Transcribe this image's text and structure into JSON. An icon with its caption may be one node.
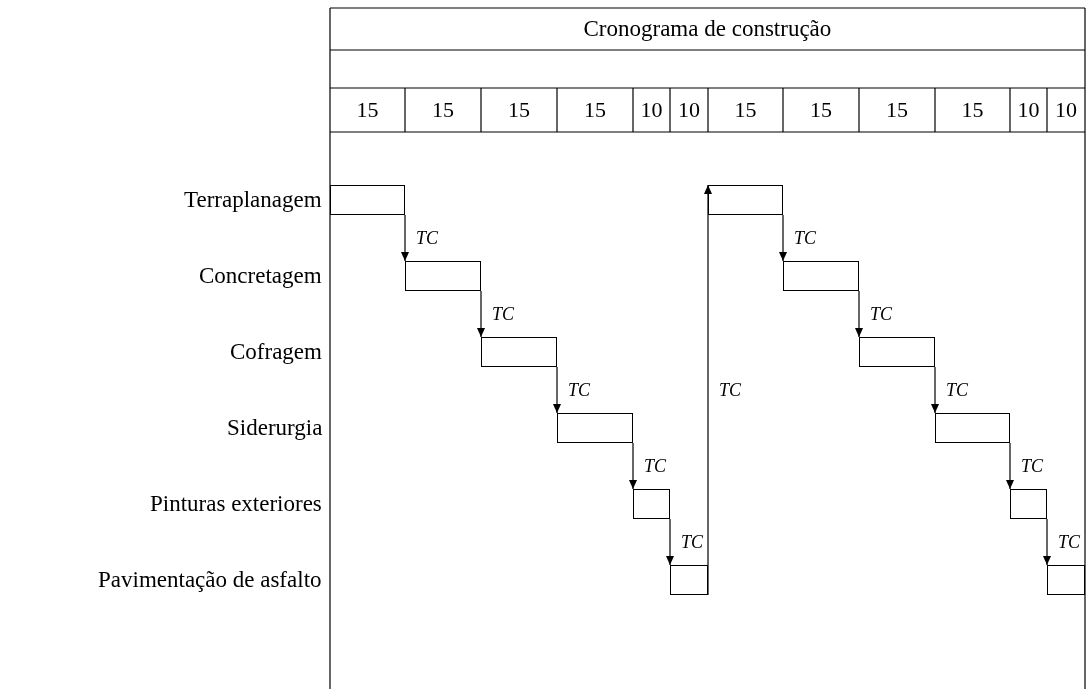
{
  "diagram": {
    "title": "Cronograma de construção",
    "nodes": [
      {
        "text": [],
        "shape": "box"
      },
      {
        "text": [],
        "shape": "box"
      },
      {
        "text": [],
        "shape": "box"
      },
      {
        "text": [],
        "shape": "box"
      },
      {
        "text": [],
        "shape": "box"
      },
      {
        "text": [],
        "shape": "box"
      },
      {
        "text": [],
        "shape": "box"
      },
      {
        "text": [],
        "shape": "box"
      },
      {
        "text": [],
        "shape": "box"
      },
      {
        "text": [],
        "shape": "box"
      },
      {
        "text": [],
        "shape": "box"
      },
      {
        "text": [],
        "shape": "box"
      }
    ],
    "edges": [
      {
        "from": 0,
        "to": 1,
        "arrow": "to",
        "label": "TC"
      },
      {
        "from": 1,
        "to": 2,
        "arrow": "to",
        "label": "TC"
      },
      {
        "from": 2,
        "to": 3,
        "arrow": "to",
        "label": "TC"
      },
      {
        "from": 3,
        "to": 4,
        "arrow": "to",
        "label": "TC"
      },
      {
        "from": 4,
        "to": 5,
        "arrow": "to",
        "label": "TC"
      },
      {
        "from": 5,
        "to": 6,
        "arrow": "to",
        "label": "TC"
      },
      {
        "from": 6,
        "to": 7,
        "arrow": "to",
        "label": "TC"
      },
      {
        "from": 7,
        "to": 8,
        "arrow": "to",
        "label": "TC"
      },
      {
        "from": 8,
        "to": 9,
        "arrow": "to",
        "label": "TC"
      },
      {
        "from": 9,
        "to": 10,
        "arrow": "to",
        "label": "TC"
      },
      {
        "from": 10,
        "to": 11,
        "arrow": "to",
        "label": "TC"
      }
    ],
    "labels": [
      "15",
      "15",
      "15",
      "15",
      "10",
      "10",
      "15",
      "15",
      "15",
      "15",
      "10",
      "10",
      "Terraplanagem",
      "Concretagem",
      "Cofragem",
      "Siderurgia",
      "Pinturas exteriores",
      "Pavimentação de asfalto"
    ]
  }
}
